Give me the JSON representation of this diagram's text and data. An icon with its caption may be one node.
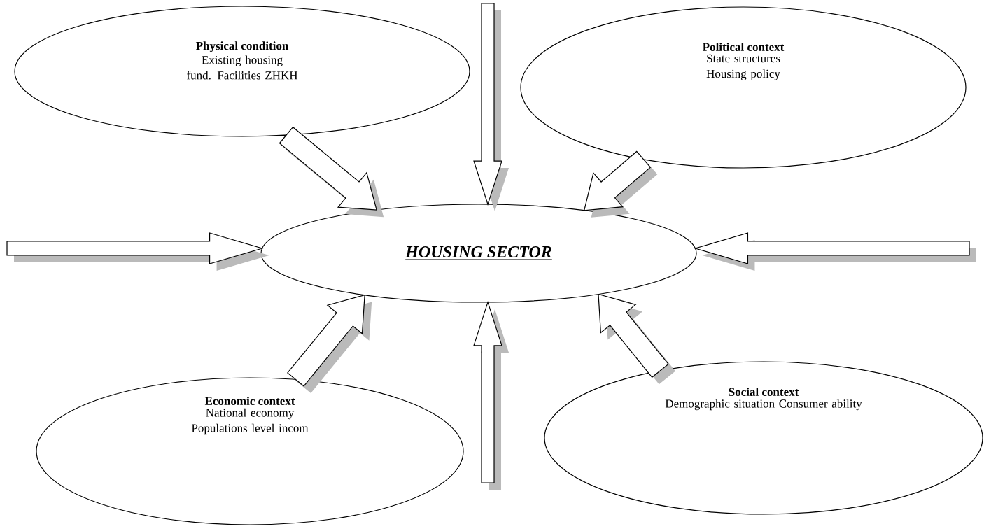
{
  "diagram": {
    "nodes": [
      {
        "text": [
          "Physical condition",
          "Existing housing fund. Facilities ZHKH"
        ]
      },
      {
        "text": [
          "Political context",
          "State structures Housing policy"
        ]
      },
      {
        "text": [
          "HOUSING SECTOR"
        ]
      },
      {
        "text": [
          "Economic context",
          "National economy Populations level incom"
        ]
      },
      {
        "text": [
          "Social context",
          "Demographic situation Consumer ability"
        ]
      }
    ],
    "edges": [
      {
        "from": null,
        "to": 2,
        "arrow": "to"
      },
      {
        "from": 0,
        "to": 2,
        "arrow": "to"
      },
      {
        "from": 1,
        "to": 2,
        "arrow": "to"
      },
      {
        "from": null,
        "to": 2,
        "arrow": "to"
      },
      {
        "from": null,
        "to": 2,
        "arrow": "to"
      },
      {
        "from": 3,
        "to": 2,
        "arrow": "to"
      },
      {
        "from": null,
        "to": 2,
        "arrow": "to"
      },
      {
        "from": 4,
        "to": 2,
        "arrow": "to"
      }
    ]
  }
}
